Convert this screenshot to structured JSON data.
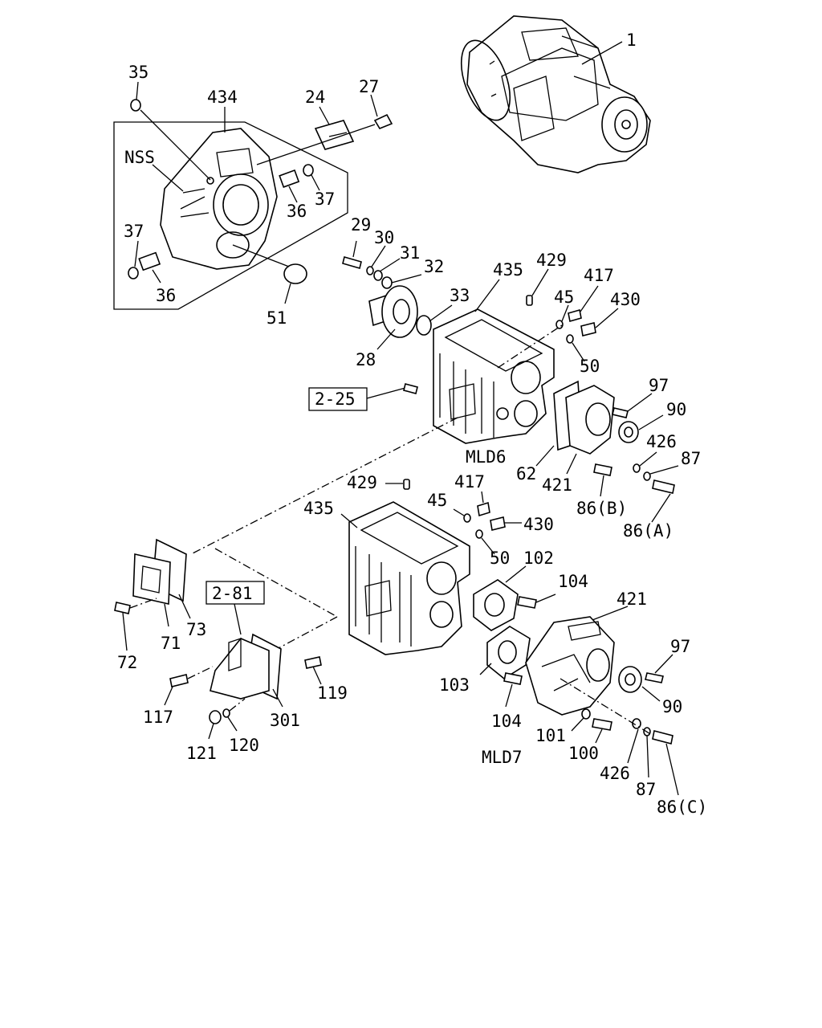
{
  "diagram": {
    "section_labels": {
      "mld6": "MLD6",
      "mld7": "MLD7"
    },
    "reference_boxes": {
      "ref_2_25": "2-25",
      "ref_2_81": "2-81"
    },
    "callouts": {
      "c1": "1",
      "c35": "35",
      "c434": "434",
      "c24": "24",
      "c27": "27",
      "nss": "NSS",
      "c37a": "37",
      "c36a": "36",
      "c37b": "37",
      "c36b": "36",
      "c51": "51",
      "c29": "29",
      "c30": "30",
      "c31": "31",
      "c32": "32",
      "c33": "33",
      "c28": "28",
      "c435a": "435",
      "c429a": "429",
      "c417a": "417",
      "c45a": "45",
      "c430a": "430",
      "c50a": "50",
      "c97a": "97",
      "c90a": "90",
      "c426a": "426",
      "c87a": "87",
      "c62": "62",
      "c421a": "421",
      "c86b": "86(B)",
      "c86a": "86(A)",
      "c429b": "429",
      "c45b": "45",
      "c417b": "417",
      "c435b": "435",
      "c430b": "430",
      "c50b": "50",
      "c102": "102",
      "c104a": "104",
      "c421b": "421",
      "c97b": "97",
      "c90b": "90",
      "c103": "103",
      "c104b": "104",
      "c101": "101",
      "c100": "100",
      "c426b": "426",
      "c87b": "87",
      "c86c": "86(C)",
      "c73": "73",
      "c71": "71",
      "c72": "72",
      "c117": "117",
      "c119": "119",
      "c301": "301",
      "c121": "121",
      "c120": "120"
    }
  }
}
